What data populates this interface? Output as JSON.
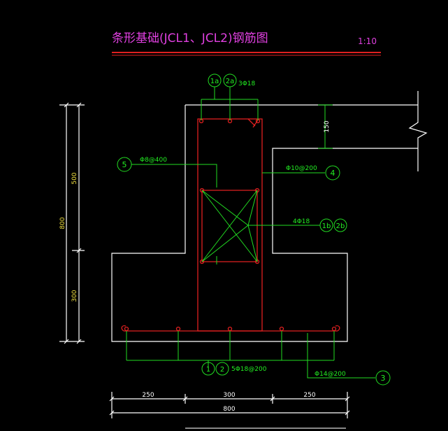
{
  "title": "条形基础(JCL1、JCL2)钢筋图",
  "scale": "1:10",
  "dims": {
    "total_height": "800",
    "upper_height": "500",
    "lower_height": "300",
    "step_height": "150",
    "left_width": "250",
    "middle_width": "300",
    "right_width": "250",
    "total_width": "800"
  },
  "callouts": {
    "top_bars": {
      "marks": [
        "1a",
        "2a"
      ],
      "text": "3Φ18"
    },
    "tie_bar": {
      "mark": "5",
      "text": "Φ8@400"
    },
    "stirrup": {
      "mark": "4",
      "text": "Φ10@200"
    },
    "side_bars": {
      "marks": [
        "1b",
        "2b"
      ],
      "text": "4Φ18"
    },
    "bottom_bars": {
      "marks": [
        "1",
        "2"
      ],
      "text": "5Φ18@200"
    },
    "distribution_bars": {
      "mark": "3",
      "text": "Φ14@200"
    }
  },
  "colors": {
    "outline": "#ffffff",
    "rebar": "#e02020",
    "annotation": "#22dd22",
    "title": "#e040e0",
    "dimension_text": "#f0e040"
  }
}
